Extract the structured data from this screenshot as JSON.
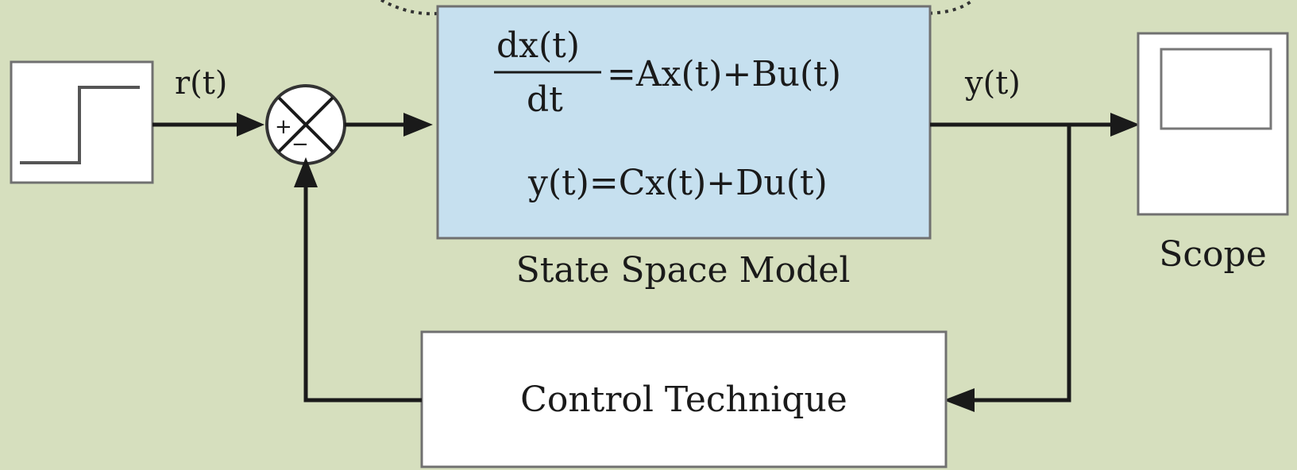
{
  "signals": {
    "reference": "r(t)",
    "output": "y(t)"
  },
  "summing_junction": {
    "plus": "+",
    "minus": "−"
  },
  "state_space_model": {
    "derivative_numerator": "dx(t)",
    "derivative_denominator": "dt",
    "state_equation_rhs": "=Ax(t)+Bu(t)",
    "output_equation": "y(t)=Cx(t)+Du(t)",
    "caption": "State Space Model",
    "fill_color": "#c6e0ef"
  },
  "scope": {
    "label": "Scope"
  },
  "controller": {
    "label": "Control Technique"
  },
  "colors": {
    "background": "#d6dfbe",
    "wire": "#1a1a1a",
    "block_border": "#707070"
  },
  "icons": {
    "step_source": "step-function-icon",
    "scope_display": "scope-screen-icon"
  }
}
